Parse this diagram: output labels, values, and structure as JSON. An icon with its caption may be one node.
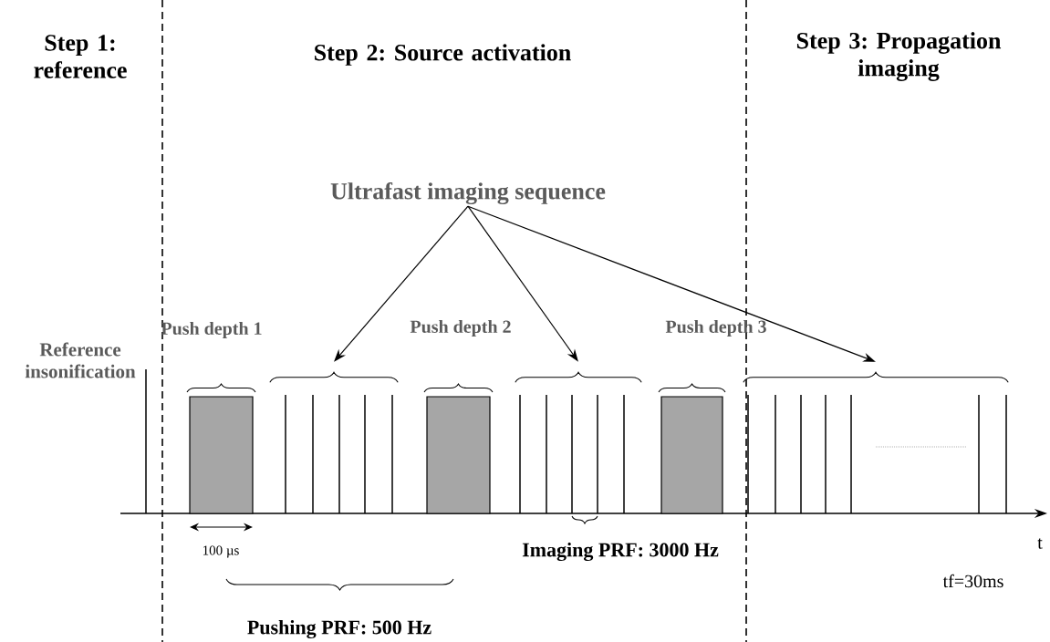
{
  "diagram": {
    "nodes": [
      {
        "text": [
          "Ultrafast imaging sequence"
        ]
      },
      {
        "text": [],
        "shape": "brace"
      },
      {
        "text": [],
        "shape": "brace"
      },
      {
        "text": [],
        "shape": "brace"
      }
    ],
    "edges": [
      {
        "from": 0,
        "to": 1,
        "arrow": "to"
      },
      {
        "from": 0,
        "to": 2,
        "arrow": "to"
      },
      {
        "from": 0,
        "to": 3,
        "arrow": "to"
      }
    ],
    "labels": [
      "Step 1: reference",
      "Step 2: Source activation",
      "Step 3: Propagation imaging",
      "Push depth 1",
      "Push depth 2",
      "Push depth 3",
      "Reference insonification",
      "100 µs",
      "Imaging PRF: 3000 Hz",
      "t",
      "tf=30ms",
      "Pushing PRF: 500 Hz"
    ]
  }
}
